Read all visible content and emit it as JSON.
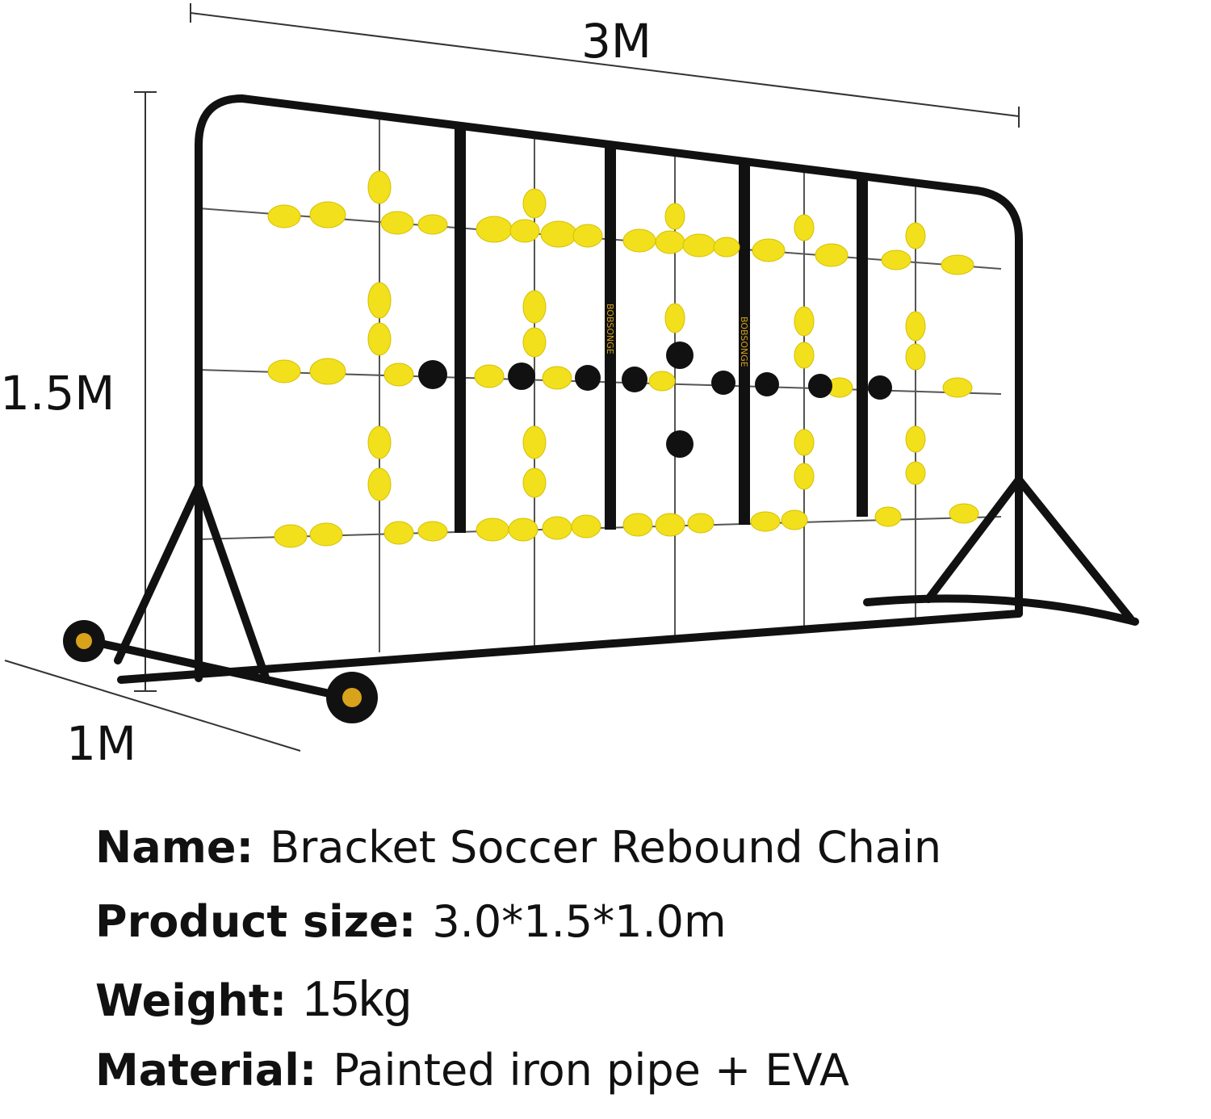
{
  "dimensions": {
    "width_label": "3M",
    "height_label": "1.5M",
    "depth_label": "1M"
  },
  "brand_text": "BOBSONGE",
  "specs": [
    {
      "label": "Name:",
      "value": "Bracket Soccer Rebound Chain"
    },
    {
      "label": "Product size:",
      "value": "3.0*1.5*1.0m"
    },
    {
      "label": "Weight:",
      "value": "15kg"
    },
    {
      "label": "Material:",
      "value": "Painted iron pipe + EVA"
    }
  ],
  "colors": {
    "frame": "#111111",
    "float_yellow": "#f3e01c",
    "float_black": "#111111",
    "wheel_hub": "#d9a21b"
  }
}
